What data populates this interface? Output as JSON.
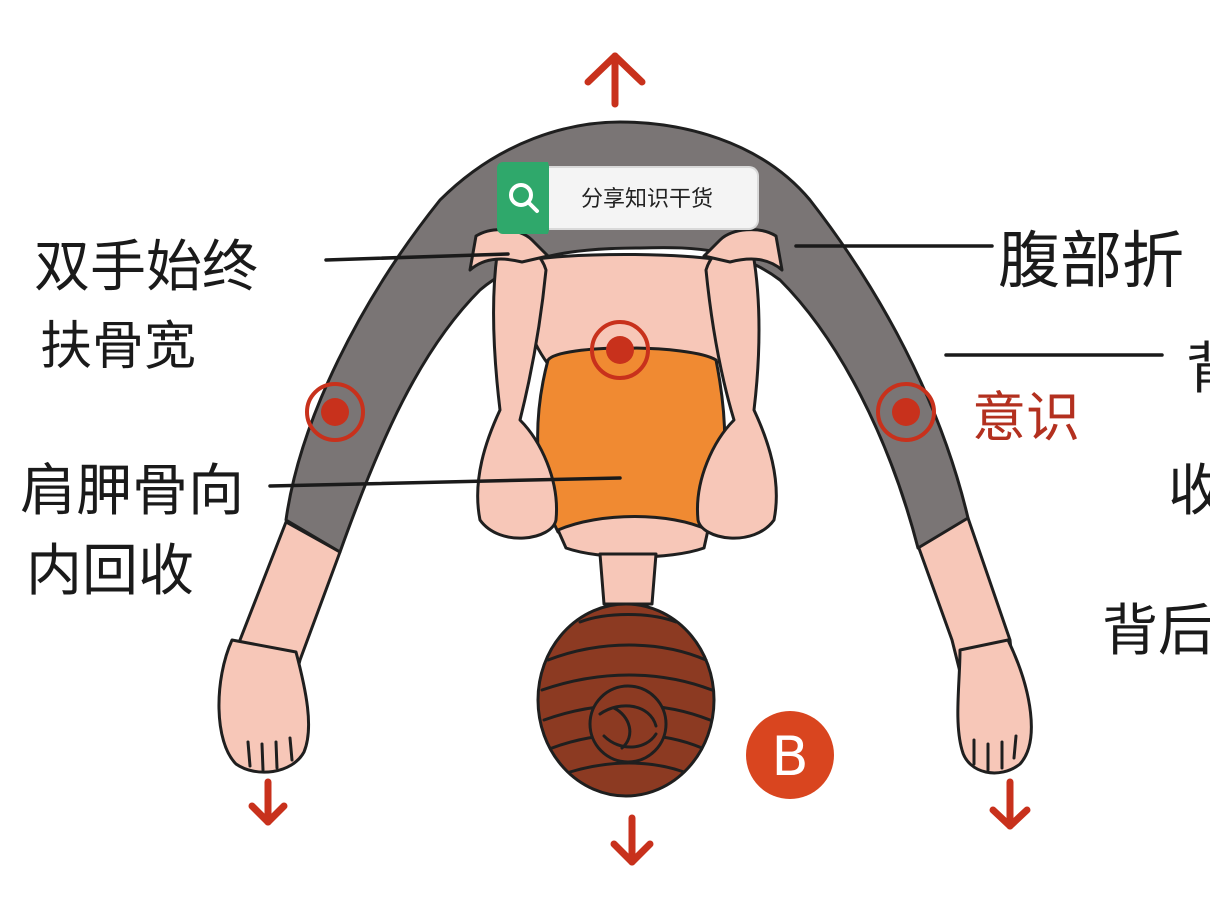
{
  "labels": {
    "left_top_line1": "双手始终",
    "left_top_line2": "扶骨宽",
    "left_bottom_line1": "肩胛骨向",
    "left_bottom_line2": "内回收",
    "right_top": "腹部折",
    "right_red": "意识",
    "right_fragment_1": "背",
    "right_fragment_2": "收",
    "right_fragment_3": "背后打"
  },
  "badge": {
    "text": "B",
    "color": "#d9451f"
  },
  "search_widget": {
    "text": "分享知识干货",
    "icon": "magnifier-icon",
    "accent": "#2fa86b"
  },
  "colors": {
    "arrow": "#c8311c",
    "skin": "#f7c7b8",
    "legging": "#7a7575",
    "top": "#f08a32",
    "hair": "#8c3a22",
    "target": "#c8311c"
  }
}
